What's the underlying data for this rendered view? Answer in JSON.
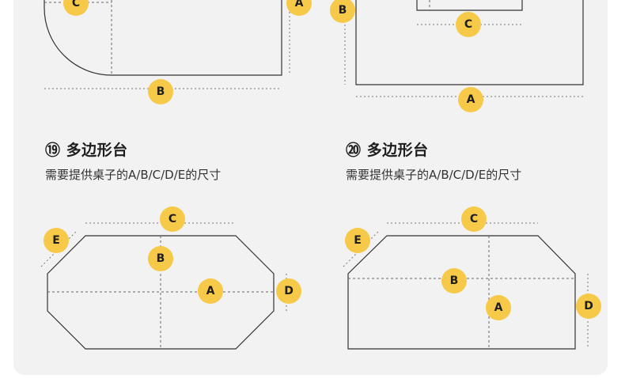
{
  "sections": [
    {
      "number": "⑲",
      "title": "多边形台",
      "description": "需要提供桌子的A/B/C/D/E的尺寸"
    },
    {
      "number": "⑳",
      "title": "多边形台",
      "description": "需要提供桌子的A/B/C/D/E的尺寸"
    }
  ],
  "dimension_labels": {
    "a": "A",
    "b": "B",
    "c": "C",
    "d": "D",
    "e": "E"
  },
  "colors": {
    "badge": "#f7c948",
    "panel": "#f2f2f2",
    "line": "#333333"
  }
}
